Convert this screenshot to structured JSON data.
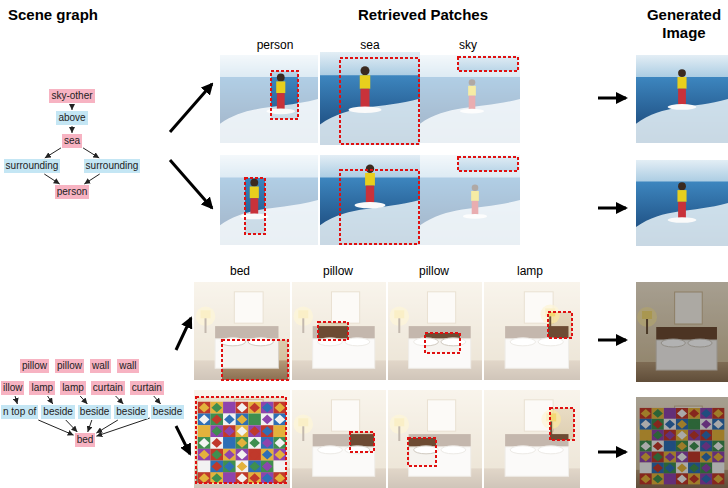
{
  "diagram": {
    "nodes": [
      {
        "text": [
          "sky-other"
        ]
      },
      {
        "text": [
          "above"
        ]
      },
      {
        "text": [
          "sea"
        ]
      },
      {
        "text": [
          "surrounding"
        ]
      },
      {
        "text": [
          "surrounding"
        ]
      },
      {
        "text": [
          "person"
        ]
      },
      {
        "text": [
          "pillow"
        ]
      },
      {
        "text": [
          "pillow"
        ]
      },
      {
        "text": [
          "wall"
        ]
      },
      {
        "text": [
          "wall"
        ]
      },
      {
        "text": [
          "illow"
        ]
      },
      {
        "text": [
          "lamp"
        ]
      },
      {
        "text": [
          "lamp"
        ]
      },
      {
        "text": [
          "curtain"
        ]
      },
      {
        "text": [
          "curtain"
        ]
      },
      {
        "text": [
          "n top of"
        ]
      },
      {
        "text": [
          "beside"
        ]
      },
      {
        "text": [
          "beside"
        ]
      },
      {
        "text": [
          "beside"
        ]
      },
      {
        "text": [
          "beside"
        ]
      },
      {
        "text": [
          "bed"
        ]
      }
    ],
    "edges": [
      {
        "from": 0,
        "to": 1,
        "arrow": "to"
      },
      {
        "from": 1,
        "to": 2,
        "arrow": "to"
      },
      {
        "from": 2,
        "to": 3,
        "arrow": "to"
      },
      {
        "from": 2,
        "to": 4,
        "arrow": "to"
      },
      {
        "from": 3,
        "to": 5,
        "arrow": "to"
      },
      {
        "from": 4,
        "to": 5,
        "arrow": "to"
      },
      {
        "from": 10,
        "to": 15,
        "arrow": "to"
      },
      {
        "from": 11,
        "to": 16,
        "arrow": "to"
      },
      {
        "from": 12,
        "to": 17,
        "arrow": "to"
      },
      {
        "from": 13,
        "to": 18,
        "arrow": "to"
      },
      {
        "from": 14,
        "to": 19,
        "arrow": "to"
      },
      {
        "from": 15,
        "to": 20,
        "arrow": "to"
      },
      {
        "from": 16,
        "to": 20,
        "arrow": "to"
      },
      {
        "from": 17,
        "to": 20,
        "arrow": "to"
      },
      {
        "from": 18,
        "to": 20,
        "arrow": "to"
      },
      {
        "from": 19,
        "to": 20,
        "arrow": "to"
      }
    ],
    "labels": [
      "Scene graph",
      "Retrieved Patches",
      "Generated Image",
      "person",
      "sea",
      "sky",
      "bed",
      "pillow",
      "pillow",
      "lamp"
    ]
  }
}
